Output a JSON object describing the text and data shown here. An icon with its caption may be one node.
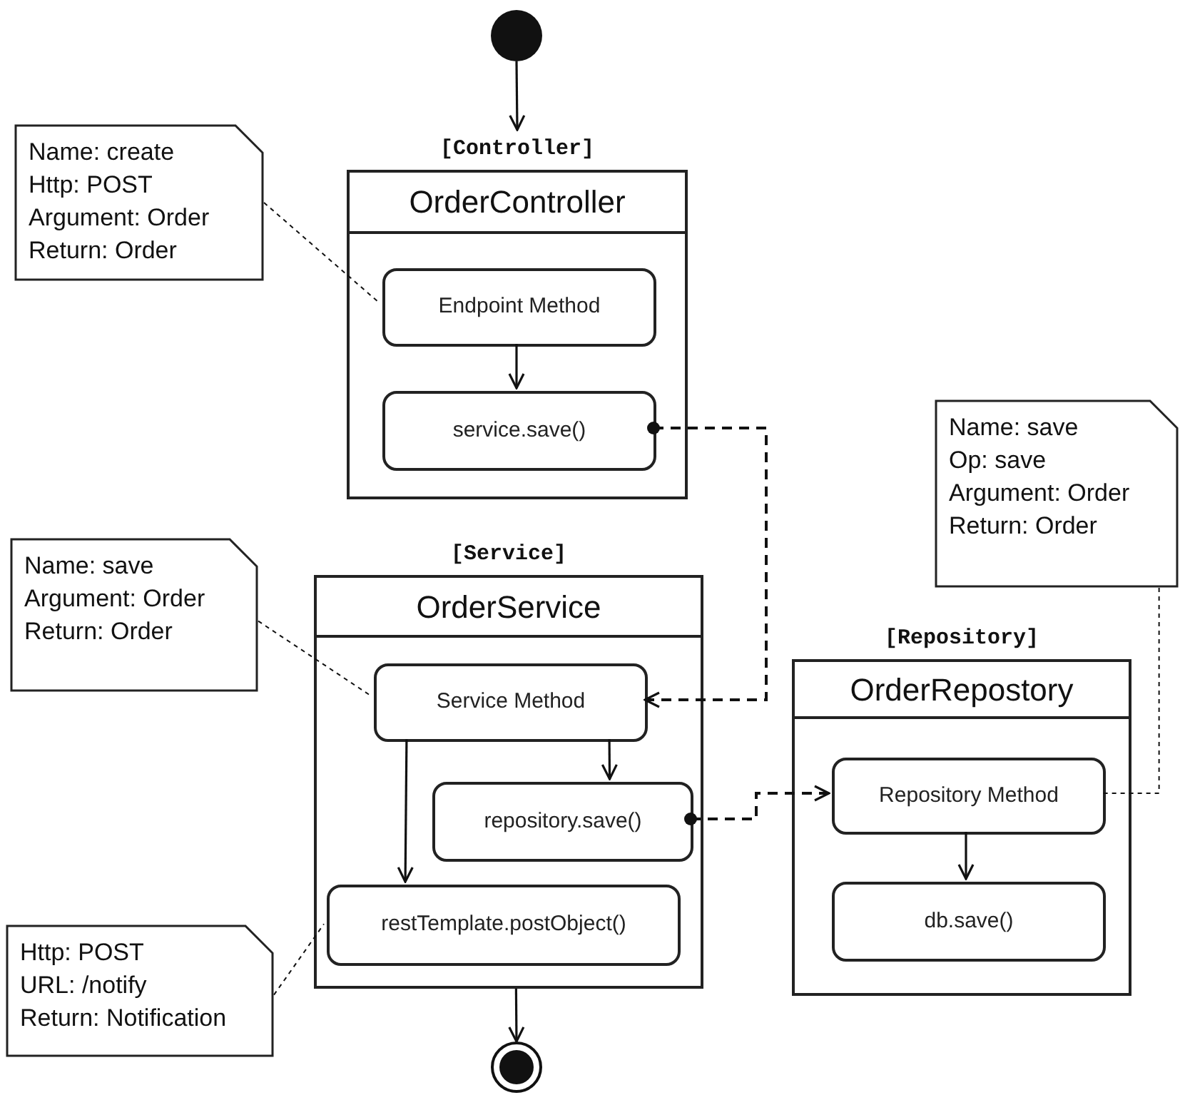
{
  "diagram": {
    "nodes": [
      {
        "text": [],
        "shape": "circle"
      },
      {
        "text": [
          "[Controller]",
          "OrderController"
        ]
      },
      {
        "text": [
          "Endpoint Method"
        ],
        "in": 1
      },
      {
        "text": [
          "service.save()"
        ],
        "in": 1
      },
      {
        "text": [
          "[Service]",
          "OrderService"
        ]
      },
      {
        "text": [
          "Service Method"
        ],
        "in": 4
      },
      {
        "text": [
          "repository.save()"
        ],
        "in": 4
      },
      {
        "text": [
          "restTemplate.postObject()"
        ],
        "in": 4
      },
      {
        "text": [
          "[Repository]",
          "OrderRepostory"
        ]
      },
      {
        "text": [
          "Repository Method"
        ],
        "in": 8
      },
      {
        "text": [
          "db.save()"
        ],
        "in": 8
      },
      {
        "text": [],
        "shape": "circle"
      },
      {
        "text": [
          "Name: create",
          "Http: POST",
          "Argument: Order",
          "Return: Order"
        ]
      },
      {
        "text": [
          "Name: save",
          "Argument: Order",
          "Return: Order"
        ]
      },
      {
        "text": [
          "Name: save",
          "Op: save",
          "Argument: Order",
          "Return: Order"
        ]
      },
      {
        "text": [
          "Http: POST",
          "URL: /notify",
          "Return: Notification"
        ]
      }
    ],
    "edges": [
      {
        "from": 0,
        "to": 1,
        "arrow": "to"
      },
      {
        "from": 2,
        "to": 3,
        "arrow": "to"
      },
      {
        "from": 3,
        "to": 5,
        "arrow": "to",
        "style": "dashed"
      },
      {
        "from": 5,
        "to": 6,
        "arrow": "to"
      },
      {
        "from": 5,
        "to": 7,
        "arrow": "to"
      },
      {
        "from": 6,
        "to": 9,
        "arrow": "to",
        "style": "dashed"
      },
      {
        "from": 9,
        "to": 10,
        "arrow": "to"
      },
      {
        "from": 4,
        "to": 11,
        "arrow": "to"
      },
      {
        "from": 12,
        "to": 2,
        "arrow": "none",
        "style": "dashed"
      },
      {
        "from": 13,
        "to": 5,
        "arrow": "none",
        "style": "dashed"
      },
      {
        "from": 14,
        "to": 9,
        "arrow": "none",
        "style": "dashed"
      },
      {
        "from": 15,
        "to": 7,
        "arrow": "none",
        "style": "dashed"
      }
    ]
  }
}
